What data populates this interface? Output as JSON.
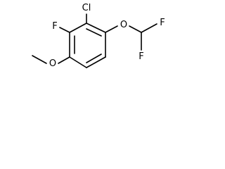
{
  "molecule": {
    "atoms": {
      "chlorine": "Cl",
      "fluorine_ring": "F",
      "oxygen_difluoromethoxy": "O",
      "fluorine_upper": "F",
      "fluorine_lower": "F",
      "oxygen_methoxy": "O"
    },
    "colors": {
      "bond": "#000000",
      "label": "#000000"
    }
  }
}
